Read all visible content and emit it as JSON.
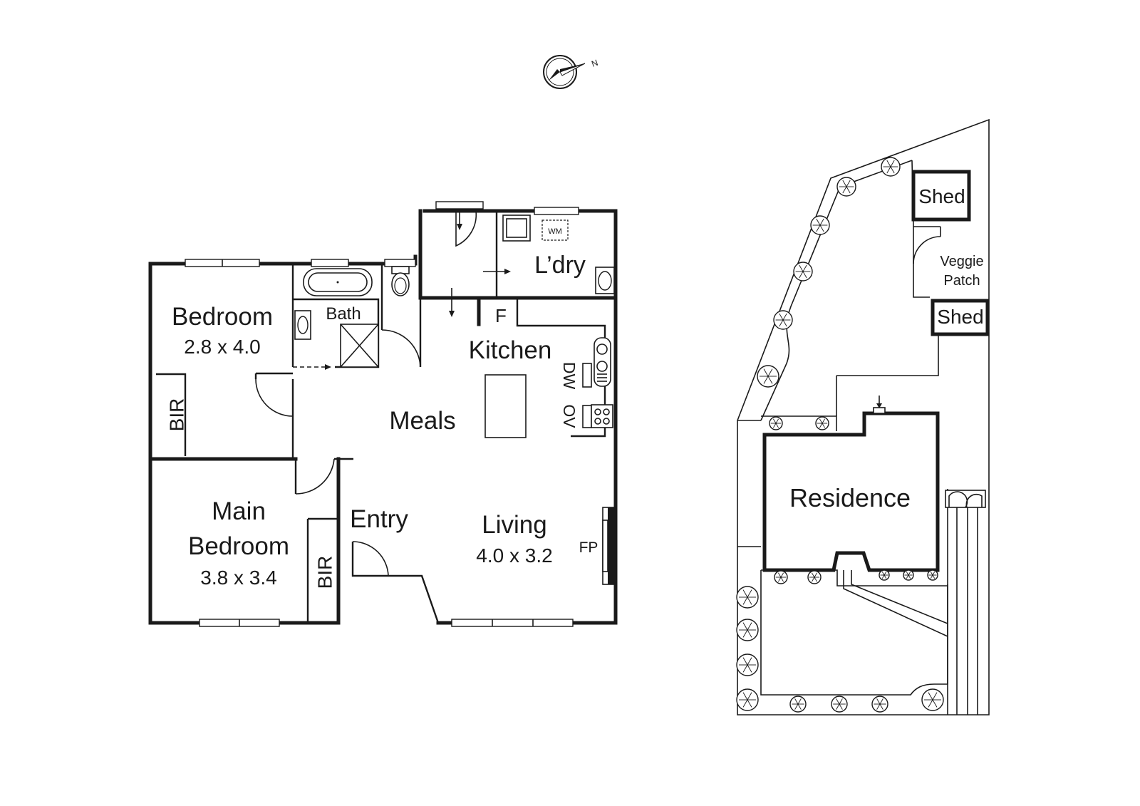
{
  "compass": {
    "north_label": "N"
  },
  "rooms": {
    "bedroom": {
      "name": "Bedroom",
      "size": "2.8 x 4.0"
    },
    "main_bedroom": {
      "name_line1": "Main",
      "name_line2": "Bedroom",
      "size": "3.8 x 3.4"
    },
    "living": {
      "name": "Living",
      "size": "4.0 x 3.2"
    },
    "kitchen": {
      "name": "Kitchen"
    },
    "meals": {
      "name": "Meals"
    },
    "entry": {
      "name": "Entry"
    },
    "bath": {
      "name": "Bath"
    },
    "laundry": {
      "name": "L’dry"
    },
    "bir_1": {
      "name": "BIR"
    },
    "bir_2": {
      "name": "BIR"
    }
  },
  "fixtures": {
    "dishwasher": "DW",
    "oven": "OV",
    "fireplace": "FP",
    "fridge": "F",
    "washing_machine": "WM"
  },
  "site": {
    "residence": "Residence",
    "shed_1": "Shed",
    "shed_2": "Shed",
    "veggie_line1": "Veggie",
    "veggie_line2": "Patch"
  }
}
